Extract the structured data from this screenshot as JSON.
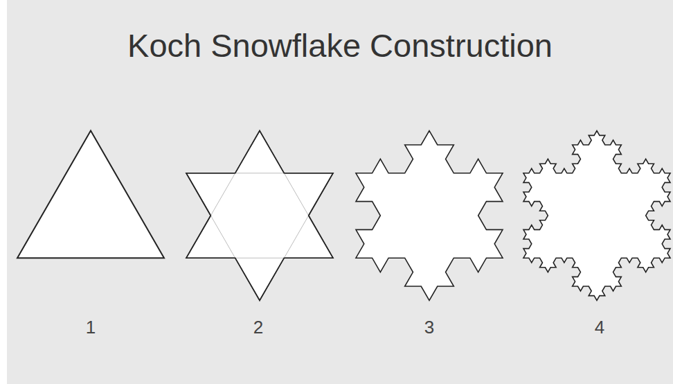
{
  "diagram": {
    "title": "Koch Snowflake Construction",
    "labels": [
      "1",
      "2",
      "3",
      "4"
    ]
  }
}
